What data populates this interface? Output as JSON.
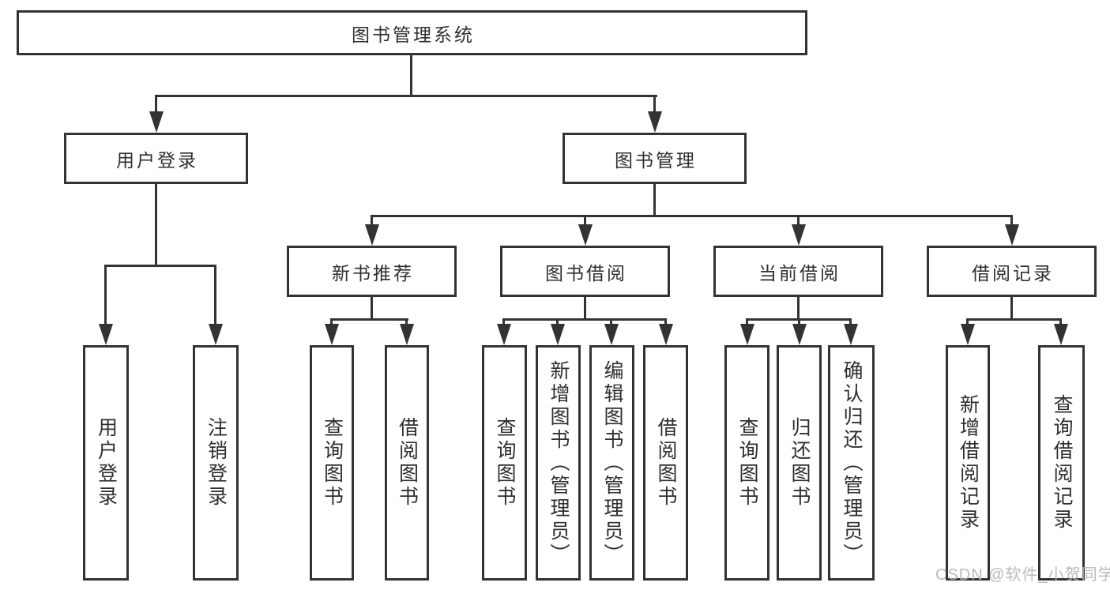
{
  "diagram": {
    "type": "function-structure-tree",
    "colors": {
      "background": "#ffffff",
      "line": "#333333",
      "text": "#2f2f2f",
      "watermark": "#b6b6b6"
    },
    "nodes": {
      "root": {
        "label": "图书管理系统"
      },
      "level2": [
        {
          "label": "用户登录"
        },
        {
          "label": "图书管理"
        }
      ],
      "level3": [
        {
          "label": "新书推荐"
        },
        {
          "label": "图书借阅"
        },
        {
          "label": "当前借阅"
        },
        {
          "label": "借阅记录"
        }
      ],
      "leaves_login": [
        {
          "label": "用户登录"
        },
        {
          "label": "注销登录"
        }
      ],
      "leaves_recommend": [
        {
          "label": "查询图书"
        },
        {
          "label": "借阅图书"
        }
      ],
      "leaves_borrow": [
        {
          "label": "查询图书"
        },
        {
          "label": "新增图书（管理员）"
        },
        {
          "label": "编辑图书（管理员）"
        },
        {
          "label": "借阅图书"
        }
      ],
      "leaves_current": [
        {
          "label": "查询图书"
        },
        {
          "label": "归还图书"
        },
        {
          "label": "确认归还（管理员）"
        }
      ],
      "leaves_records": [
        {
          "label": "新增借阅记录"
        },
        {
          "label": "查询借阅记录"
        }
      ]
    },
    "watermark": "CSDN @软件_小贺同学"
  }
}
